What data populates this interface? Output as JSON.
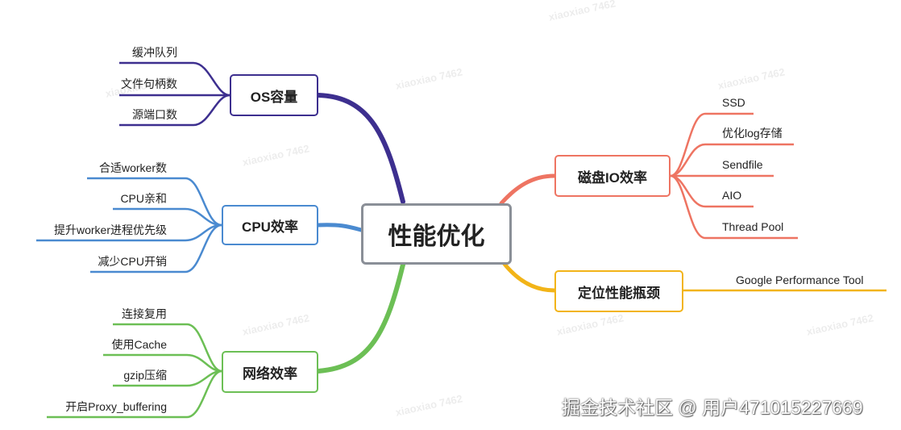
{
  "central": {
    "label": "性能优化"
  },
  "branches": {
    "os": {
      "label": "OS容量",
      "color": "#3d2f8f",
      "leaves": [
        "缓冲队列",
        "文件句柄数",
        "源端口数"
      ]
    },
    "cpu": {
      "label": "CPU效率",
      "color": "#4a8ad0",
      "leaves": [
        "合适worker数",
        "CPU亲和",
        "提升worker进程优先级",
        "减少CPU开销"
      ]
    },
    "net": {
      "label": "网络效率",
      "color": "#6cbf55",
      "leaves": [
        "连接复用",
        "使用Cache",
        "gzip压缩",
        "开启Proxy_buffering"
      ]
    },
    "disk": {
      "label": "磁盘IO效率",
      "color": "#ee7462",
      "leaves": [
        "SSD",
        "优化log存储",
        "Sendfile",
        "AIO",
        "Thread Pool"
      ]
    },
    "locate": {
      "label": "定位性能瓶颈",
      "color": "#f2b418",
      "leaves": [
        "Google Performance Tool"
      ]
    }
  },
  "watermark": "xiaoxiao 7462",
  "footer": "掘金技术社区 @ 用户471015227669"
}
